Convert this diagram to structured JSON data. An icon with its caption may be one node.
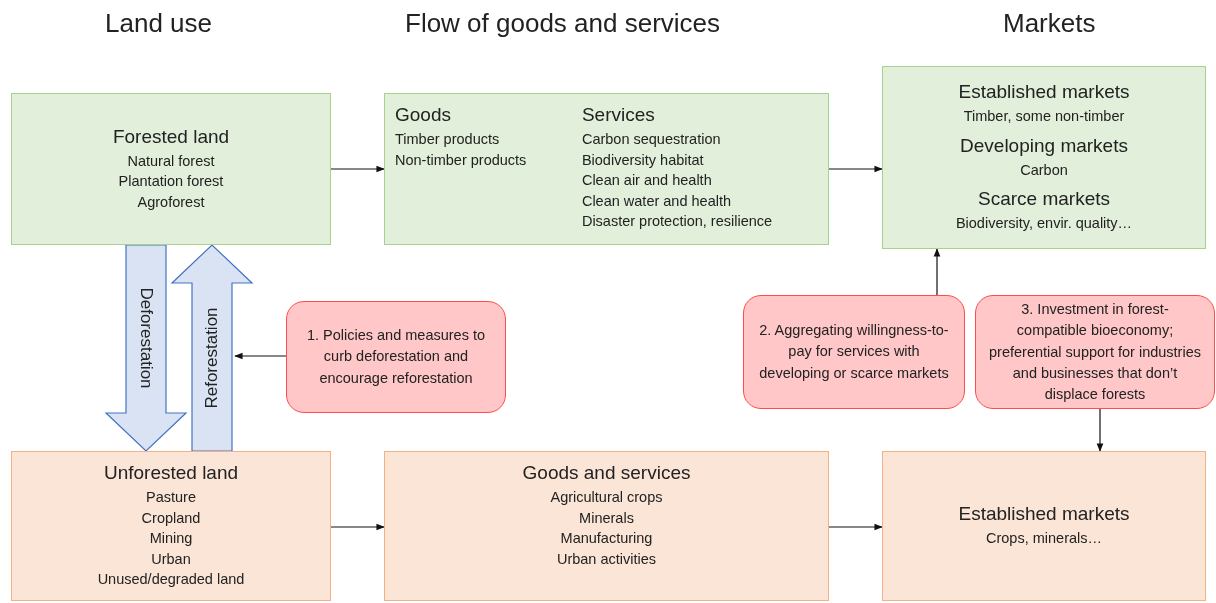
{
  "diagram": {
    "nodes": [
      {
        "text": [
          "Forested land",
          "Natural forest",
          "Plantation forest",
          "Agroforest"
        ]
      },
      {
        "text": [
          "Goods",
          "Timber products",
          "Non-timber products",
          "Services",
          "Carbon sequestration",
          "Biodiversity habitat",
          "Clean air and health",
          "Clean water and health",
          "Disaster protection, resilience"
        ]
      },
      {
        "text": [
          "Established markets",
          "Timber, some non-timber",
          "Developing markets",
          "Carbon",
          "Scarce markets",
          "Biodiversity, envir. quality…"
        ]
      },
      {
        "text": [
          "Unforested land",
          "Pasture",
          "Cropland",
          "Mining",
          "Urban",
          "Unused/degraded land"
        ]
      },
      {
        "text": [
          "Goods and services",
          "Agricultural crops",
          "Minerals",
          "Manufacturing",
          "Urban activities"
        ]
      },
      {
        "text": [
          "Established markets",
          "Crops, minerals…"
        ]
      },
      {
        "text": [
          "1. Policies and measures to curb deforestation and encourage reforestation"
        ]
      },
      {
        "text": [
          "2. Aggregating willingness-to-pay for services with developing or scarce markets"
        ]
      },
      {
        "text": [
          "3. Investment in forest-compatible bioeconomy; preferential support for industries and businesses that don’t displace forests"
        ]
      }
    ],
    "edges": [
      {
        "from": 0,
        "to": 1,
        "arrow": "to"
      },
      {
        "from": 1,
        "to": 2,
        "arrow": "to"
      },
      {
        "from": 3,
        "to": 4,
        "arrow": "to"
      },
      {
        "from": 4,
        "to": 5,
        "arrow": "to"
      },
      {
        "from": 0,
        "to": 3,
        "arrow": "to",
        "label": "Deforestation",
        "style": "thick",
        "color": "#dae3f3"
      },
      {
        "from": 3,
        "to": 0,
        "arrow": "to",
        "label": "Reforestation",
        "style": "thick",
        "color": "#dae3f3"
      },
      {
        "from": 6,
        "to": null,
        "arrow": "to"
      },
      {
        "from": 7,
        "to": 2,
        "arrow": "to"
      },
      {
        "from": 8,
        "to": 5,
        "arrow": "to"
      }
    ],
    "labels": [
      "Land use",
      "Flow of goods and services",
      "Markets"
    ]
  }
}
